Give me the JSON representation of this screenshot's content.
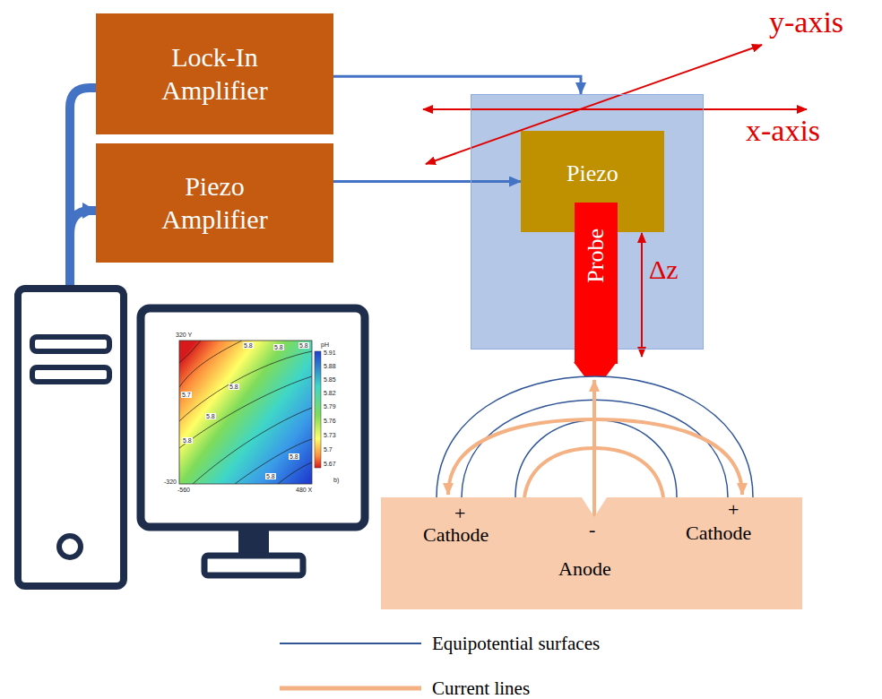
{
  "diagram": {
    "nodes": [
      {
        "text": [
          "Lock-In Amplifier"
        ]
      },
      {
        "text": [
          "Piezo Amplifier"
        ]
      },
      {
        "text": [
          "Δz"
        ]
      },
      {
        "text": [
          "Piezo"
        ],
        "in": 2
      },
      {
        "text": [
          "Probe"
        ],
        "in": 2
      },
      {
        "text": [
          "+",
          "Cathode",
          "-",
          "Anode",
          "+",
          "Cathode"
        ]
      }
    ],
    "edges": [
      {
        "from": 0,
        "to": 2,
        "arrow": "to"
      },
      {
        "from": 1,
        "to": 3,
        "arrow": "to"
      }
    ],
    "labels": [
      "y-axis",
      "x-axis",
      "320 Y",
      "5.8",
      "5.8",
      "5.8",
      "pH",
      "5.91",
      "5.88",
      "5.85",
      "5.82",
      "5.79",
      "5.76",
      "5.73",
      "5.7",
      "5.67",
      "5.7",
      "5.8",
      "5.8",
      "5.8",
      "5.8",
      "5.8",
      "-320",
      "b)",
      "-560",
      "480 X"
    ],
    "legend": [
      {
        "text": "Equipotential surfaces"
      },
      {
        "text": "Current lines"
      }
    ]
  }
}
